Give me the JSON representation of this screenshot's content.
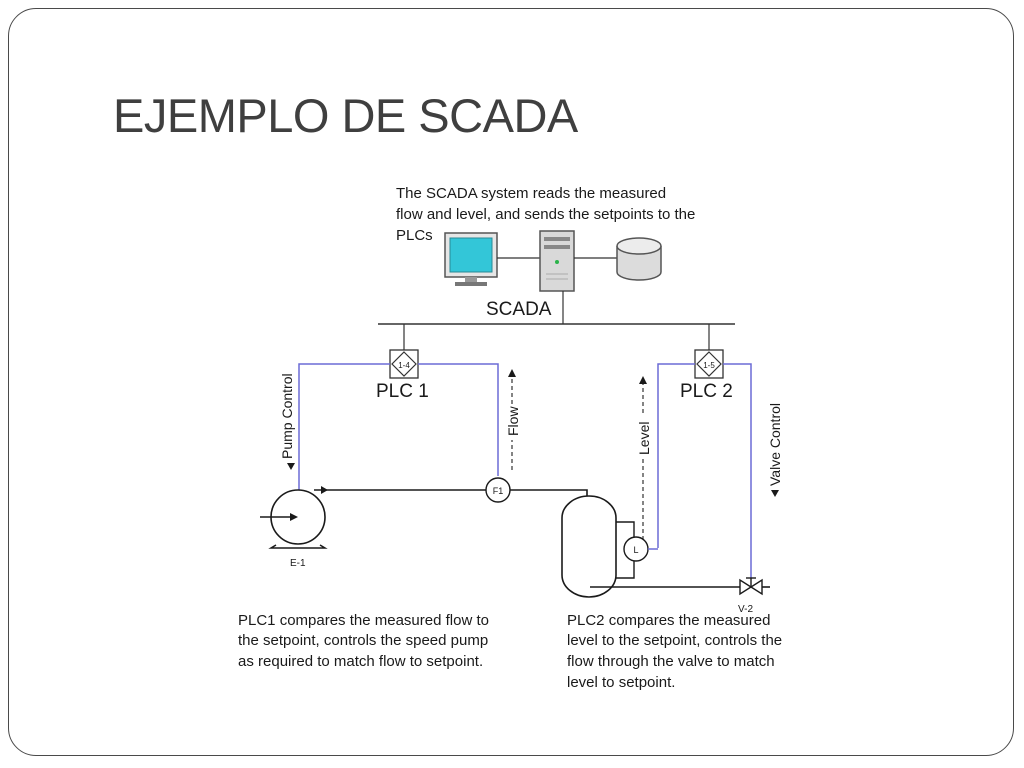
{
  "slide": {
    "title": "EJEMPLO DE SCADA"
  },
  "diagram": {
    "scada_note": [
      "The SCADA system reads the measured",
      "flow and level, and sends the setpoints to the",
      "PLCs"
    ],
    "scada_label": "SCADA",
    "plc1_label": "PLC 1",
    "plc2_label": "PLC 2",
    "plc1_tag": "1-4",
    "plc2_tag": "1-5",
    "pump_control": "Pump Control",
    "flow": "Flow",
    "level": "Level",
    "valve_control": "Valve Control",
    "pump_tag": "E-1",
    "flow_sensor_tag": "F1",
    "level_sensor_tag": "L",
    "valve_tag": "V-2",
    "plc1_note": [
      "PLC1 compares the measured flow to",
      "the setpoint, controls the speed pump",
      "as required to match flow to setpoint."
    ],
    "plc2_note": [
      "PLC2 compares the measured",
      "level to the setpoint, controls the",
      "flow through the valve to match",
      "level to setpoint."
    ]
  },
  "colors": {
    "signal_line": "#6b6bd6",
    "pipe_line": "#1a1a1a",
    "monitor_screen": "#33c6d8"
  }
}
